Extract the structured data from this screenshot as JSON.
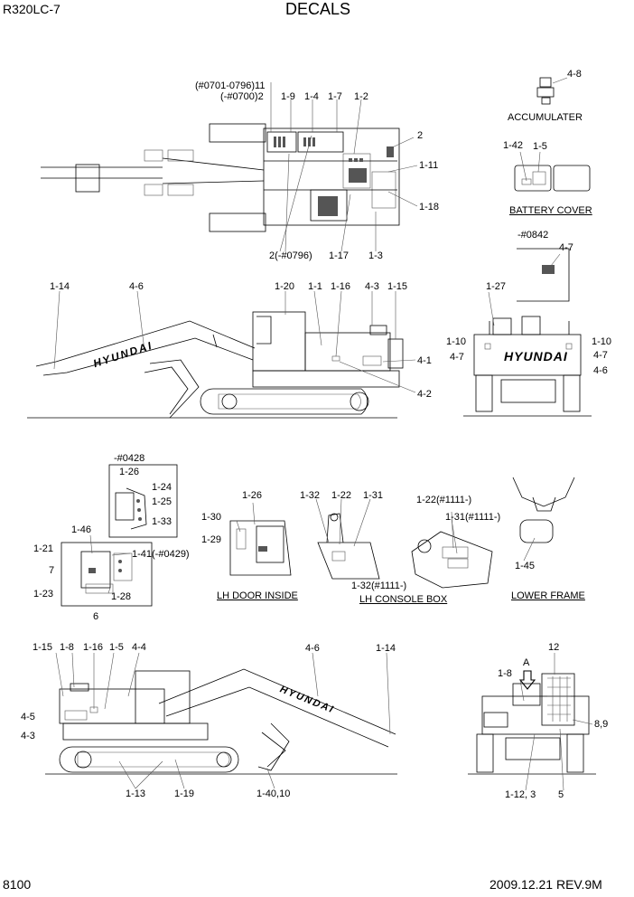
{
  "header": {
    "model": "R320LC-7",
    "title": "DECALS"
  },
  "footer": {
    "page": "8100",
    "revision": "2009.12.21  REV.9M"
  },
  "sections": {
    "accumulater": "ACCUMULATER",
    "battery_cover": "BATTERY COVER",
    "lh_door_inside": "LH DOOR INSIDE",
    "lh_console_box": "LH CONSOLE BOX",
    "lower_frame": "LOWER FRAME"
  },
  "brand_text": "HYUNDAI",
  "callouts": {
    "top_view": [
      "(#0701-0796)11",
      "(-#0700)2",
      "1-9",
      "1-4",
      "1-7",
      "1-2",
      "2",
      "1-11",
      "1-18",
      "2(-#0796)",
      "1-17",
      "1-3"
    ],
    "accumulater": [
      "4-8"
    ],
    "battery_cover": [
      "1-42",
      "1-5"
    ],
    "rear_view": [
      "-#0842",
      "4-7",
      "1-27",
      "1-10",
      "1-10",
      "4-7",
      "4-7",
      "4-6"
    ],
    "side_lh": [
      "1-14",
      "4-6",
      "1-20",
      "1-1",
      "1-16",
      "4-3",
      "1-15",
      "4-1",
      "4-2"
    ],
    "cab_inset": [
      "-#0428",
      "1-26",
      "1-24",
      "1-25",
      "1-33",
      "1-46",
      "1-21",
      "1-41(-#0429)",
      "7",
      "1-23",
      "1-28",
      "6"
    ],
    "lh_door": [
      "1-26",
      "1-30",
      "1-29"
    ],
    "console": [
      "1-32",
      "1-22",
      "1-31",
      "1-22(#1111-)",
      "1-31(#1111-)",
      "1-32(#1111-)"
    ],
    "lower_frame": [
      "1-45"
    ],
    "side_rh": [
      "1-15",
      "1-8",
      "1-16",
      "1-5",
      "4-4",
      "4-6",
      "1-14",
      "4-5",
      "4-3",
      "1-13",
      "1-19",
      "1-40,10"
    ],
    "rear_rh": [
      "12",
      "A",
      "1-8",
      "8,9",
      "1-12, 3",
      "5"
    ]
  }
}
